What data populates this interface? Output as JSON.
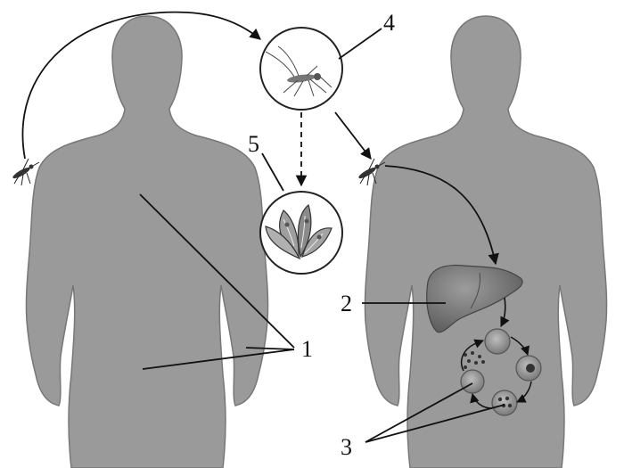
{
  "labels": {
    "l1": "1",
    "l2": "2",
    "l3": "3",
    "l4": "4",
    "l5": "5"
  },
  "colors": {
    "body": "#9a9a9a",
    "body_stroke": "#6c6c6c",
    "line": "#111111",
    "liver": "#7a7a7a",
    "cell": "#8e8e8e"
  }
}
